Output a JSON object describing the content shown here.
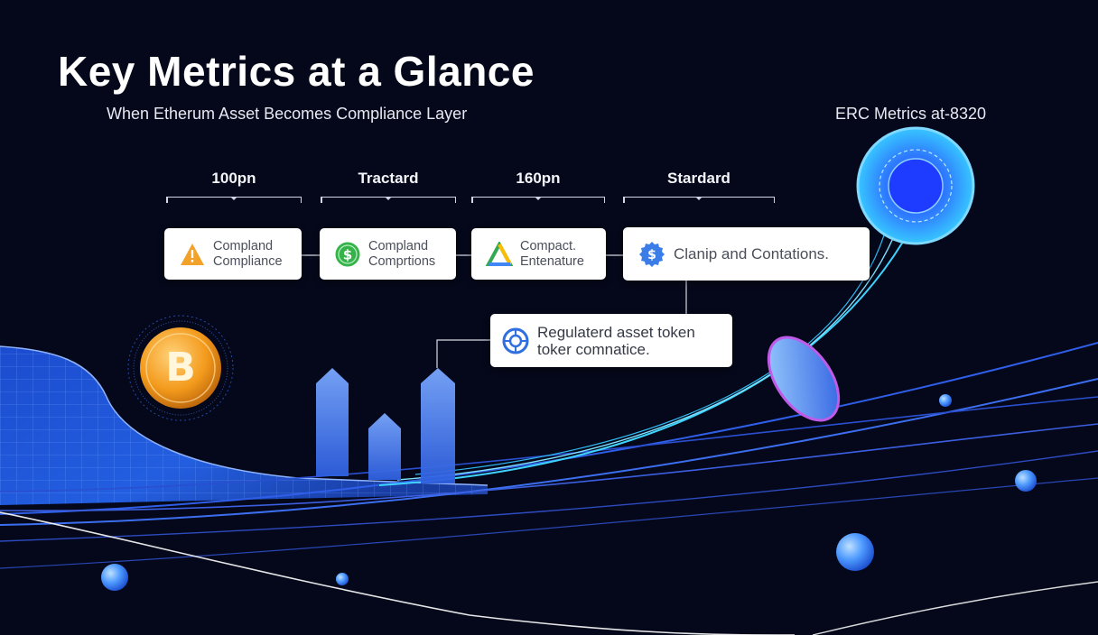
{
  "header": {
    "title": "Key Metrics at a Glance",
    "subtitle": "When Etherum Asset Becomes Compliance Layer",
    "top_right": "ERC Metrics at-8320"
  },
  "columns": [
    {
      "label": "100pn"
    },
    {
      "label": "Tractard"
    },
    {
      "label": "160pn"
    },
    {
      "label": "Stardard"
    }
  ],
  "cards": [
    {
      "line1": "Compland",
      "line2": "Compliance",
      "icon": "warning-icon"
    },
    {
      "line1": "Compland",
      "line2": "Comprtions",
      "icon": "dollar-icon"
    },
    {
      "line1": "Compact.",
      "line2": "Entenature",
      "icon": "triangle-logo-icon"
    },
    {
      "line1": "Clanip and Contations.",
      "icon": "dollar-badge-icon"
    }
  ],
  "callout": {
    "line1": "Regulaterd asset token",
    "line2": "toker comnatice.",
    "icon": "token-ring-icon"
  },
  "decor": {
    "coin_symbol": "B",
    "colors": {
      "background": "#05081a",
      "accent_blue": "#3b82f6",
      "cyan": "#3fd4ff",
      "coin_orange": "#f39a1c",
      "warning_orange": "#f2a12a",
      "dollar_green": "#35b34a"
    }
  }
}
